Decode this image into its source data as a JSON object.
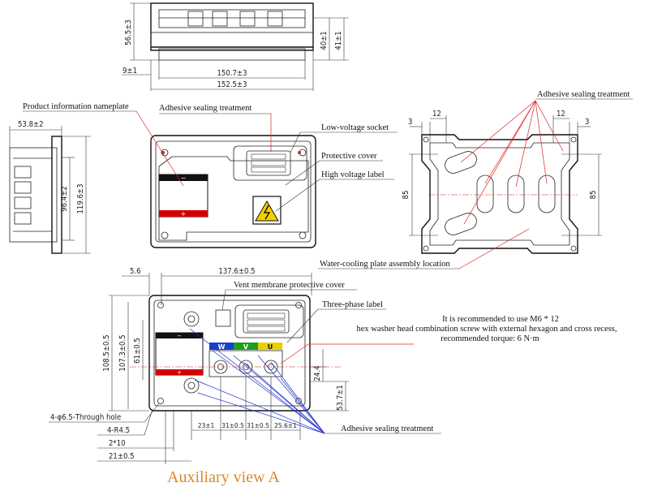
{
  "dimensions": {
    "top_height": "56.5±3",
    "top_h40": "40±1",
    "top_h41": "41±1",
    "top_9": "9±1",
    "top_150": "150.7±3",
    "top_152": "152.5±3",
    "side_width": "53.8±2",
    "side_96": "96.4±2",
    "side_119": "119.6±3",
    "plate_3l": "3",
    "plate_12l": "12",
    "plate_12r": "12",
    "plate_3r": "3",
    "plate_85l": "85",
    "plate_85r": "85",
    "bot_5_6": "5.6",
    "bot_137": "137.6±0.5",
    "bot_108": "108.5±0.5",
    "bot_107": "107.3±0.5",
    "bot_61": "61±0.5",
    "bot_24": "24.4",
    "bot_53": "53.7±1",
    "bot_23": "23±1",
    "bot_31a": "31±0.5",
    "bot_31b": "31±0.5",
    "bot_25": "25.6±1",
    "bot_hole": "4-φ6.5-Through hole",
    "bot_r45": "4-R4.5",
    "bot_2x10": "2*10",
    "bot_21": "21±0.5"
  },
  "labels": {
    "nameplate": "Product information nameplate",
    "adhesive_top": "Adhesive sealing treatment",
    "low_voltage": "Low-voltage socket",
    "protective_cover": "Protective cover",
    "high_voltage": "High voltage label",
    "adhesive_right": "Adhesive sealing treatment",
    "water_cooling": "Water-cooling plate assembly location",
    "vent": "Vent membrane protective cover",
    "three_phase": "Three-phase label",
    "screw_note_1": "It is recommended to use M6 * 12",
    "screw_note_2": "hex washer head combination screw with external hexagon and cross recess,",
    "screw_note_3": "recommended torque: 6 N·m",
    "adhesive_bottom": "Adhesive sealing treatment",
    "aux_view": "Auxiliary view A",
    "minus": "−",
    "plus": "+",
    "phase_w": "W",
    "phase_v": "V",
    "phase_u": "U"
  },
  "colors": {
    "leader_red": "#d22222",
    "leader_blue": "#2233cc",
    "aux_title": "#d9882a",
    "hv_yellow": "#f5d000",
    "nameplate_red": "#d40000",
    "phase_w": "#1a3fd0",
    "phase_v": "#1aa01a",
    "phase_u": "#e8d000"
  }
}
